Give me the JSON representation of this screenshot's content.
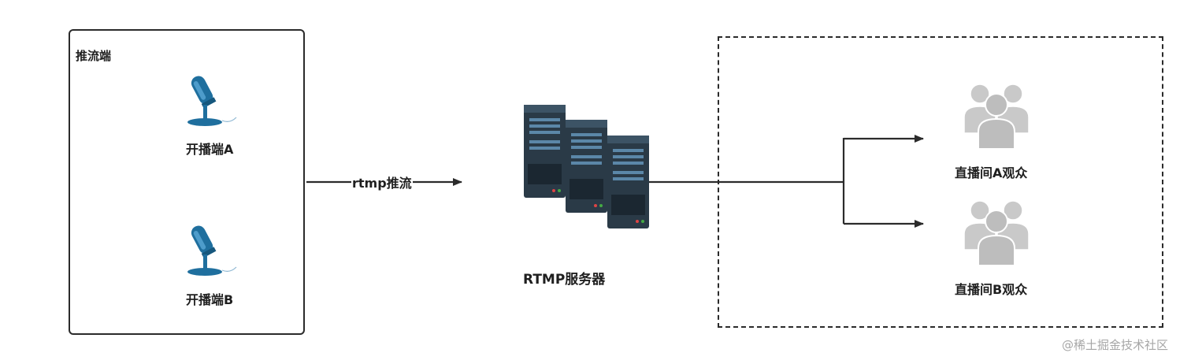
{
  "pusher_group": {
    "title": "推流端",
    "streamers": [
      {
        "label": "开播端A",
        "icon": "microphone-icon"
      },
      {
        "label": "开播端B",
        "icon": "microphone-icon"
      }
    ]
  },
  "edge_label": "rtmp推流",
  "server": {
    "label": "RTMP服务器",
    "icon": "server-rack-icon"
  },
  "audience_group": {
    "rooms": [
      {
        "label": "直播间A观众",
        "icon": "user-group-icon"
      },
      {
        "label": "直播间B观众",
        "icon": "user-group-icon"
      }
    ]
  },
  "watermark": "@稀土掘金技术社区",
  "colors": {
    "mic_blue": "#1f6f9e",
    "server_dark": "#2a3a47",
    "server_light": "#5b87a8",
    "people_gray": "#bdbdbd",
    "line": "#2b2b2b"
  }
}
